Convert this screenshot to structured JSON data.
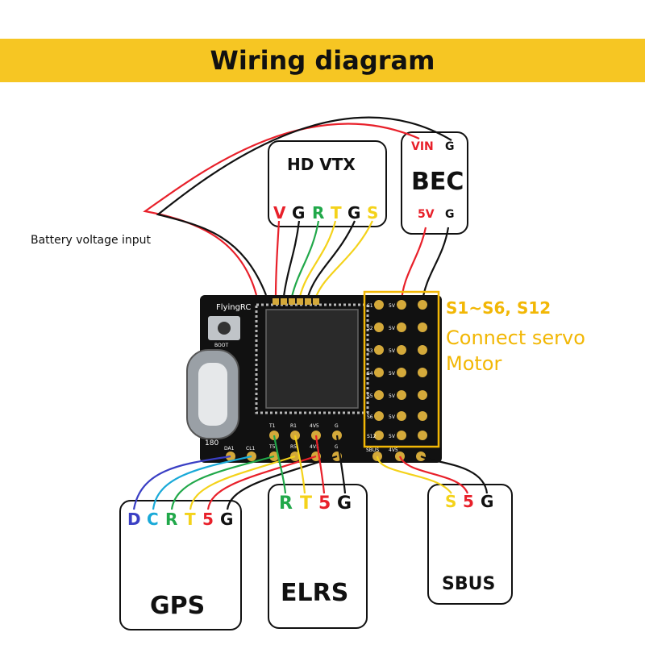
{
  "title": "Wiring diagram",
  "battery_note": "Battery voltage input",
  "board": {
    "brand": "FlyingRC",
    "boot_label": "BOOT",
    "rotation_label": "180",
    "bottom_pads": [
      "DA1",
      "CL1",
      "T5",
      "R5",
      "4V5",
      "G"
    ],
    "inner_pads": [
      "T1",
      "R1",
      "4V5",
      "G"
    ],
    "servo_rows": [
      "S1",
      "S2",
      "S3",
      "S4",
      "S5",
      "S6",
      "S12"
    ],
    "servo_mid": "5V",
    "sbus_pads": [
      "SBUS",
      "4V5"
    ]
  },
  "servo_note": {
    "line1": "S1~S6, S12",
    "line2": "Connect servo",
    "line3": "Motor"
  },
  "components": {
    "hdvtx": {
      "name": "HD VTX",
      "pins": [
        "V",
        "G",
        "R",
        "T",
        "G",
        "S"
      ]
    },
    "bec": {
      "name": "BEC",
      "top_pins": [
        "VIN",
        "G"
      ],
      "bottom_pins": [
        "5V",
        "G"
      ]
    },
    "gps": {
      "name": "GPS",
      "pins": [
        "D",
        "C",
        "R",
        "T",
        "5",
        "G"
      ]
    },
    "elrs": {
      "name": "ELRS",
      "pins": [
        "R",
        "T",
        "5",
        "G"
      ]
    },
    "sbus": {
      "name": "SBUS",
      "pins": [
        "S",
        "5",
        "G"
      ]
    }
  },
  "colors": {
    "accent_yellow": "#f6c623",
    "wire_red": "#e8202a",
    "wire_black": "#111111",
    "wire_green": "#21a84a",
    "wire_yellow": "#f4d21a",
    "wire_blue": "#3a3fc4",
    "wire_cyan": "#19a9d8",
    "note_yellow": "#f2b705"
  }
}
